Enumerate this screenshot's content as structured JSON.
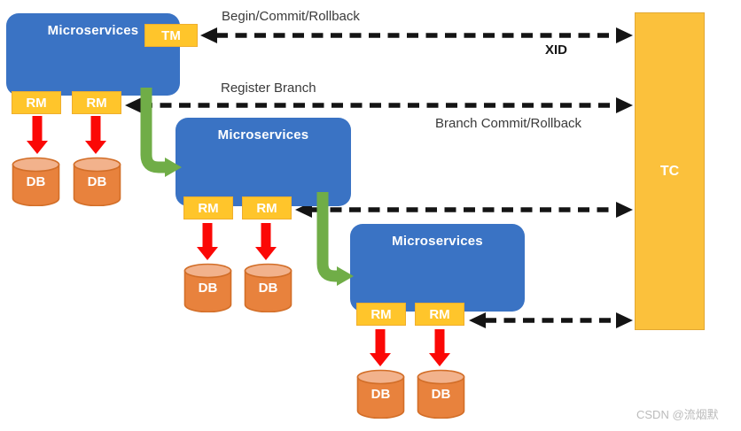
{
  "diagram": {
    "microservices_label": "Microservices",
    "tm_label": "TM",
    "rm_label": "RM",
    "db_label": "DB",
    "tc_label": "TC",
    "arrow_labels": {
      "begin_commit_rollback": "Begin/Commit/Rollback",
      "xid": "XID",
      "register_branch": "Register Branch",
      "branch_commit_rollback": "Branch Commit/Rollback"
    },
    "watermark": "CSDN @流烟默",
    "colors": {
      "microservice_blue": "#3A73C4",
      "manager_gold": "#FFC52B",
      "tc_amber": "#FBC13C",
      "db_body_orange": "#E8823D",
      "db_top_peach": "#F2B28C",
      "arrow_red": "#FB0806",
      "arrow_green": "#70AD47",
      "dash_black": "#141414"
    }
  }
}
